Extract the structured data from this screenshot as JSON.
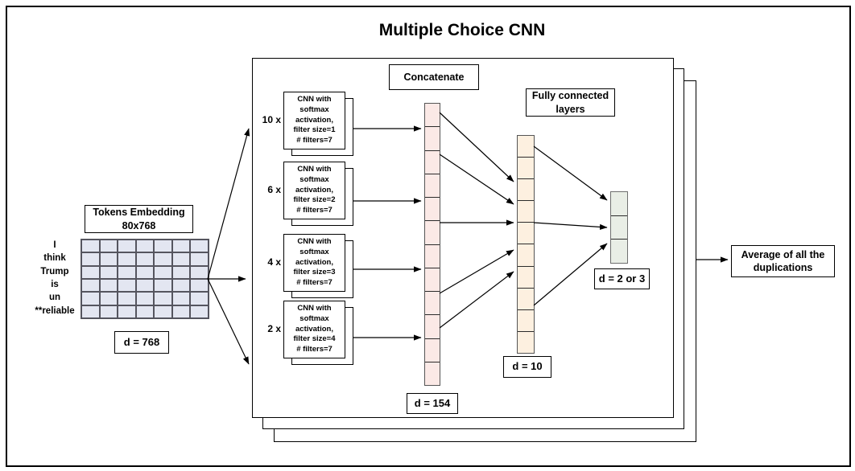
{
  "title": "Multiple Choice CNN",
  "colors": {
    "background": "#ffffff",
    "line": "#000000",
    "grid_fill": "#e3e6f1",
    "grid_line": "#55555f",
    "concat_fill": "#fbe9e6",
    "fc_fill": "#fdf0e0",
    "output_fill": "#e9eee6",
    "column_border": "#555555"
  },
  "embedding": {
    "label_line1": "Tokens Embedding",
    "label_line2": "80x768",
    "tokens": [
      "I",
      "think",
      "Trump",
      "is",
      "un",
      "**reliable"
    ],
    "grid": {
      "rows": 6,
      "cols": 7
    },
    "dim_label": "d = 768"
  },
  "cnn_branches": [
    {
      "multiplier": "10 x",
      "lines": [
        "CNN with",
        "softmax",
        "activation,",
        "filter size=1",
        "# filters=7"
      ]
    },
    {
      "multiplier": "6 x",
      "lines": [
        "CNN with",
        "softmax",
        "activation,",
        "filter size=2",
        "# filters=7"
      ]
    },
    {
      "multiplier": "4 x",
      "lines": [
        "CNN with",
        "softmax",
        "activation,",
        "filter size=3",
        "# filters=7"
      ]
    },
    {
      "multiplier": "2 x",
      "lines": [
        "CNN with",
        "softmax",
        "activation,",
        "filter size=4",
        "# filters=7"
      ]
    }
  ],
  "concatenate": {
    "label": "Concatenate",
    "cells": 12,
    "dim_label": "d = 154"
  },
  "fully_connected": {
    "label_line1": "Fully connected",
    "label_line2": "layers",
    "cells": 10,
    "dim_label": "d = 10"
  },
  "output": {
    "cells": 3,
    "dim_label": "d = 2 or 3"
  },
  "average": {
    "label_line1": "Average of all the",
    "label_line2": "duplications"
  }
}
